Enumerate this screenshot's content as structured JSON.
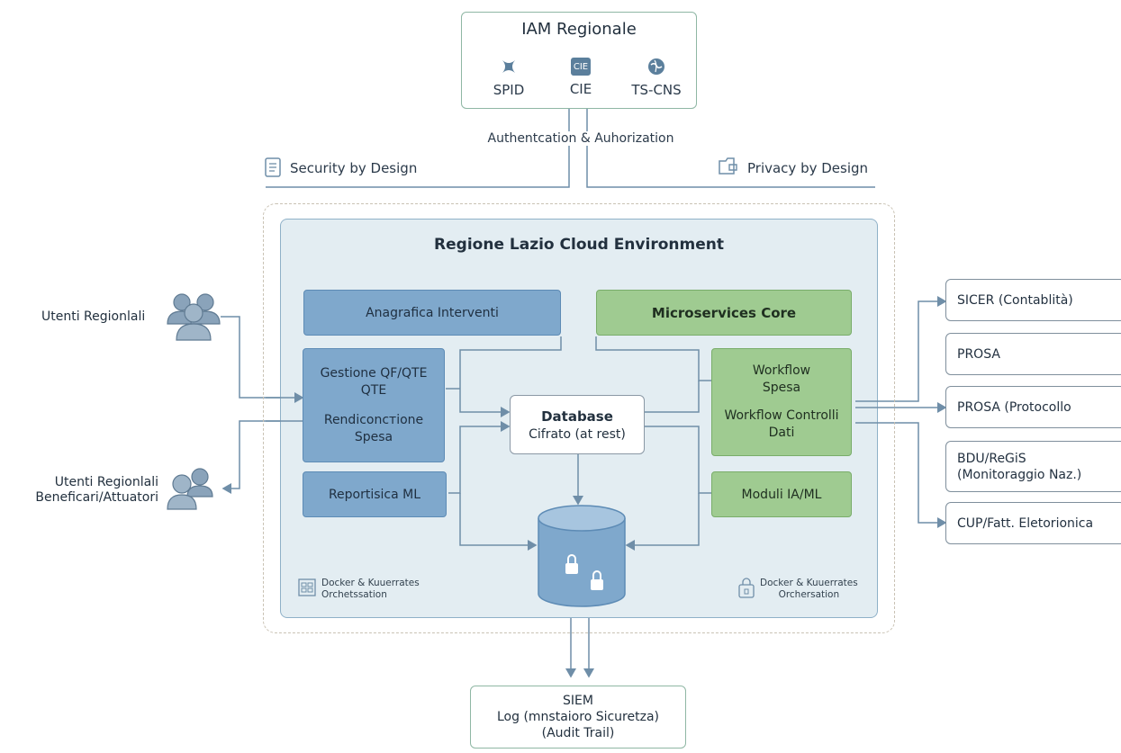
{
  "iam": {
    "title": "IAM Regionale",
    "methods": [
      {
        "label": "SPID",
        "icon": "spid-icon"
      },
      {
        "label": "CIE",
        "icon": "cie-icon",
        "badge": "CIE"
      },
      {
        "label": "TS-CNS",
        "icon": "ts-cns-icon"
      }
    ]
  },
  "auth_label": "Authentcation & Auhorization",
  "security_label": "Security by Design",
  "privacy_label": "Privacy by Design",
  "cloud": {
    "title": "Regione Lazio Cloud Environment",
    "anagrafica": "Anagrafica Interventi",
    "gestione_line1": "Gestione QF/QTE",
    "gestione_line2": "QTE",
    "rendicontazione_line1": "Rendiconстione",
    "rendicontazione_line2": "Spesa",
    "reportistica": "Reportisica ML",
    "microservices": "Microservices Core",
    "workflow_line1": "Workflow",
    "workflow_line2": "Spesa",
    "workflow_controlli_line1": "Workflow Controlli",
    "workflow_controlli_line2": "Dati",
    "moduli": "Moduli IA/ML",
    "database_title": "Database",
    "database_sub": "Cifrato (at rest)",
    "docker_left_line1": "Docker & Kuuerrates",
    "docker_left_line2": "Orchetssation",
    "docker_right_line1": "Docker & Kuuerrates",
    "docker_right_line2": "Orchersation"
  },
  "users": {
    "regionali": "Utenti Regionlali",
    "esterni_line1": "Utenti Regionlali",
    "esterni_line2": "Beneficari/Attuatori"
  },
  "external_systems": [
    "SICER (Contablità)",
    "PROSA",
    "PROSA (Protocollo",
    "BDU/ReGiS",
    "(Monitoraggio Naz.)",
    "CUP/Fatt. Eletorionica"
  ],
  "siem": {
    "line1": "SIEM",
    "line2": "Log (mnstaioro Sicuretza)",
    "line3": "(Audit Trail)"
  },
  "colors": {
    "blue_box": "#7fa8cc",
    "green_box": "#9fcb91",
    "cloud_bg": "#e3edf2",
    "connector": "#6f8ea8"
  }
}
